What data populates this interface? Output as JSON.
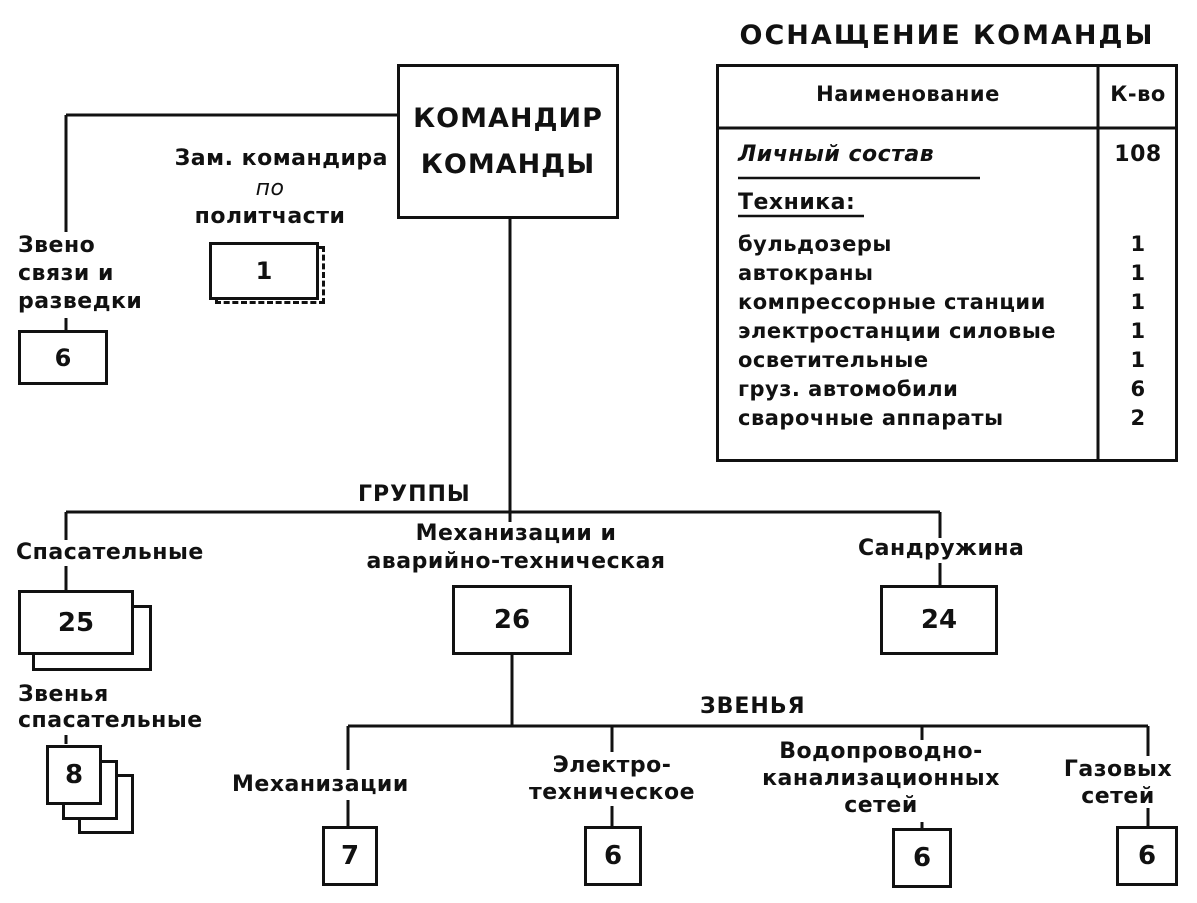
{
  "equipment": {
    "title": "ОСНАЩЕНИЕ КОМАНДЫ",
    "col_name": "Наименование",
    "col_count": "К-во",
    "personnel_label": "Личный состав",
    "personnel_count": "108",
    "tech_heading": "Техника:",
    "items": [
      {
        "name": "бульдозеры",
        "count": "1"
      },
      {
        "name": "автокраны",
        "count": "1"
      },
      {
        "name": "компрессорные станции",
        "count": "1"
      },
      {
        "name": "электростанции силовые",
        "count": "1"
      },
      {
        "name": "осветительные",
        "count": "1"
      },
      {
        "name": "груз. автомобили",
        "count": "6"
      },
      {
        "name": "сварочные аппараты",
        "count": "2"
      }
    ]
  },
  "commander": {
    "line1": "КОМАНДИР",
    "line2": "КОМАНДЫ"
  },
  "deputy": {
    "line1": "Зам. командира",
    "line2": "по",
    "line3": "политчасти",
    "count": "1"
  },
  "recon": {
    "line1": "Звено",
    "line2": "связи и",
    "line3": "разведки",
    "count": "6"
  },
  "groups_label": "ГРУППЫ",
  "groups": {
    "rescue": {
      "label": "Спасательные",
      "count": "25"
    },
    "mech": {
      "line1": "Механизации и",
      "line2": "аварийно-техническая",
      "count": "26"
    },
    "medical": {
      "label": "Сандружина",
      "count": "24"
    }
  },
  "rescue_links": {
    "line1": "Звенья",
    "line2": "спасательные",
    "count": "8"
  },
  "links_label": "ЗВЕНЬЯ",
  "links": {
    "mechanization": {
      "label": "Механизации",
      "count": "7"
    },
    "electrical": {
      "line1": "Электро-",
      "line2": "техническое",
      "count": "6"
    },
    "water": {
      "line1": "Водопроводно-",
      "line2": "канализационных",
      "line3": "сетей",
      "count": "6"
    },
    "gas": {
      "line1": "Газовых",
      "line2": "сетей",
      "count": "6"
    }
  }
}
